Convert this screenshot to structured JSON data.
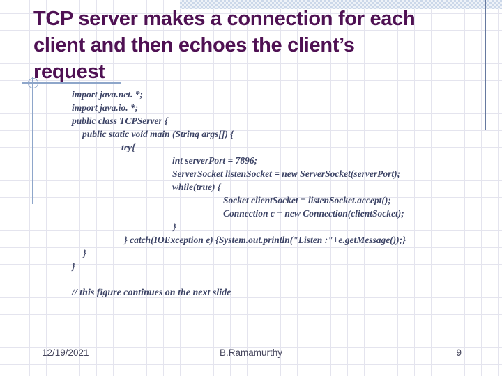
{
  "title": {
    "lines": [
      "TCP server makes a connection for each",
      "client and then echoes the client’s",
      "request"
    ]
  },
  "code": {
    "lines": [
      "import java.net. *;",
      "import java.io. *;",
      "public class TCPServer {",
      "public static void main (String args[]) {",
      "try{",
      "int serverPort = 7896;",
      "ServerSocket listenSocket = new ServerSocket(serverPort);",
      "while(true) {",
      "Socket clientSocket = listenSocket.accept();",
      "Connection c = new Connection(clientSocket);",
      "}",
      "} catch(IOException e) {System.out.println(\"Listen :\"+e.getMessage());}",
      "}",
      "}"
    ]
  },
  "comment": "// this figure continues on the next slide",
  "footer": {
    "date": "12/19/2021",
    "author": "B.Ramamurthy",
    "page_number": "9"
  },
  "colors": {
    "title_text": "#4f1153",
    "code_text": "#3d4466",
    "accent_guides": "#8ea6ca",
    "top_banner": "#cbd7e9",
    "right_edge_line": "#66799f",
    "footer_text": "#45455c"
  }
}
